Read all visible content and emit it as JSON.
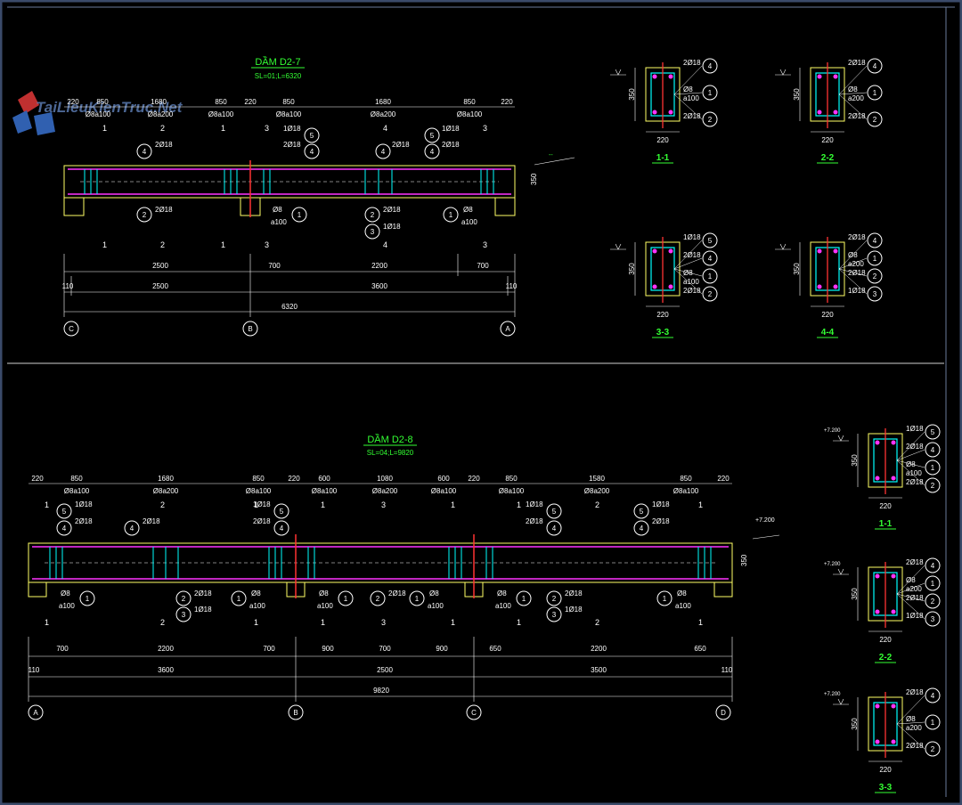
{
  "watermark": "TaiLieuKienTruc.Net",
  "beam_d27": {
    "title": "DẦM D2-7",
    "subtitle": "SL=01;L=6320",
    "top_dims": [
      "220",
      "850",
      "1680",
      "850",
      "220",
      "850",
      "1680",
      "850",
      "220"
    ],
    "stirrups": [
      "Ø8a100",
      "Ø8a200",
      "Ø8a100",
      "Ø8a100",
      "Ø8a200",
      "Ø8a100"
    ],
    "sec_top": [
      "1",
      "2",
      "1",
      "3",
      "4",
      "3"
    ],
    "sec_bot": [
      "1",
      "2",
      "1",
      "3",
      "4",
      "3"
    ],
    "callouts": [
      {
        "num": "4",
        "label": "2Ø18"
      },
      {
        "num": "5",
        "label": "1Ø18"
      },
      {
        "num": "4",
        "label": "2Ø18"
      },
      {
        "num": "4",
        "label": "2Ø18"
      },
      {
        "num": "5",
        "label": "1Ø18"
      },
      {
        "num": "4",
        "label": "2Ø18"
      }
    ],
    "bottom_callouts": [
      {
        "num": "2",
        "label": "2Ø18"
      },
      {
        "num": "1",
        "label": "Ø8",
        "spacing": "a100"
      },
      {
        "num": "2",
        "label": "2Ø18"
      },
      {
        "num": "3",
        "label": "1Ø18"
      },
      {
        "num": "1",
        "label": "Ø8",
        "spacing": "a100"
      }
    ],
    "level": "--",
    "height": "350",
    "dims_row1": [
      "2500",
      "700",
      "2200",
      "700"
    ],
    "dims_row2": [
      "110",
      "2500",
      "3600",
      "110"
    ],
    "total": "6320",
    "axes": [
      "C",
      "B",
      "A"
    ]
  },
  "sections_d27": [
    {
      "label": "1-1",
      "width": "220",
      "height": "350",
      "bars": [
        {
          "num": "4",
          "label": "2Ø18"
        },
        {
          "num": "1",
          "label": "Ø8",
          "spacing": "a100"
        },
        {
          "num": "2",
          "label": "2Ø18"
        }
      ]
    },
    {
      "label": "2-2",
      "width": "220",
      "height": "350",
      "bars": [
        {
          "num": "4",
          "label": "2Ø18"
        },
        {
          "num": "1",
          "label": "Ø8",
          "spacing": "a200"
        },
        {
          "num": "2",
          "label": "2Ø18"
        }
      ]
    },
    {
      "label": "3-3",
      "width": "220",
      "height": "350",
      "bars": [
        {
          "num": "5",
          "label": "1Ø18"
        },
        {
          "num": "4",
          "label": "2Ø18"
        },
        {
          "num": "1",
          "label": "Ø8",
          "spacing": "a100"
        },
        {
          "num": "2",
          "label": "2Ø18"
        }
      ]
    },
    {
      "label": "4-4",
      "width": "220",
      "height": "350",
      "bars": [
        {
          "num": "4",
          "label": "2Ø18"
        },
        {
          "num": "1",
          "label": "Ø8",
          "spacing": "a200"
        },
        {
          "num": "2",
          "label": "2Ø18"
        },
        {
          "num": "3",
          "label": "1Ø18"
        }
      ]
    }
  ],
  "beam_d28": {
    "title": "DẦM D2-8",
    "subtitle": "SL=04;L=9820",
    "top_dims": [
      "220",
      "850",
      "1680",
      "850",
      "220",
      "600",
      "1080",
      "600",
      "220",
      "850",
      "1580",
      "850",
      "220"
    ],
    "stirrups": [
      "Ø8a100",
      "Ø8a200",
      "Ø8a100",
      "Ø8a100",
      "Ø8a200",
      "Ø8a100",
      "Ø8a100",
      "Ø8a200",
      "Ø8a100"
    ],
    "sec_top": [
      "1",
      "2",
      "1",
      "1",
      "3",
      "1",
      "1",
      "2",
      "1"
    ],
    "sec_bot": [
      "1",
      "2",
      "1",
      "1",
      "3",
      "1",
      "1",
      "2",
      "1"
    ],
    "callouts": [
      {
        "num": "5",
        "label": "1Ø18"
      },
      {
        "num": "4",
        "label": "2Ø18"
      },
      {
        "num": "4",
        "label": "2Ø18"
      },
      {
        "num": "5",
        "label": "1Ø18"
      },
      {
        "num": "4",
        "label": "2Ø18"
      },
      {
        "num": "5",
        "label": "1Ø18"
      },
      {
        "num": "4",
        "label": "2Ø18"
      },
      {
        "num": "5",
        "label": "1Ø18"
      },
      {
        "num": "4",
        "label": "2Ø18"
      }
    ],
    "bottom_callouts": [
      {
        "num": "1",
        "label": "Ø8",
        "spacing": "a100"
      },
      {
        "num": "2",
        "label": "2Ø18"
      },
      {
        "num": "3",
        "label": "1Ø18"
      },
      {
        "num": "1",
        "label": "Ø8",
        "spacing": "a100"
      },
      {
        "num": "1",
        "label": "Ø8",
        "spacing": "a100"
      },
      {
        "num": "2",
        "label": "2Ø18"
      },
      {
        "num": "1",
        "label": "Ø8",
        "spacing": "a100"
      },
      {
        "num": "1",
        "label": "Ø8",
        "spacing": "a100"
      },
      {
        "num": "2",
        "label": "2Ø18"
      },
      {
        "num": "3",
        "label": "1Ø18"
      },
      {
        "num": "1",
        "label": "Ø8",
        "spacing": "a100"
      }
    ],
    "level": "+7.200",
    "height": "350",
    "dims_row1": [
      "700",
      "2200",
      "700",
      "900",
      "700",
      "900",
      "650",
      "2200",
      "650"
    ],
    "dims_row2": [
      "110",
      "3600",
      "2500",
      "3500",
      "110"
    ],
    "total": "9820",
    "axes": [
      "A",
      "B",
      "C",
      "D"
    ]
  },
  "sections_d28": [
    {
      "label": "1-1",
      "width": "220",
      "height": "350",
      "level": "+7.200",
      "bars": [
        {
          "num": "5",
          "label": "1Ø18"
        },
        {
          "num": "4",
          "label": "2Ø18"
        },
        {
          "num": "1",
          "label": "Ø8",
          "spacing": "a100"
        },
        {
          "num": "2",
          "label": "2Ø18"
        }
      ]
    },
    {
      "label": "2-2",
      "width": "220",
      "height": "350",
      "level": "+7.200",
      "bars": [
        {
          "num": "4",
          "label": "2Ø18"
        },
        {
          "num": "1",
          "label": "Ø8",
          "spacing": "a200"
        },
        {
          "num": "2",
          "label": "2Ø18"
        },
        {
          "num": "3",
          "label": "1Ø18"
        }
      ]
    },
    {
      "label": "3-3",
      "width": "220",
      "height": "350",
      "level": "+7.200",
      "bars": [
        {
          "num": "4",
          "label": "2Ø18"
        },
        {
          "num": "1",
          "label": "Ø8",
          "spacing": "a200"
        },
        {
          "num": "2",
          "label": "2Ø18"
        }
      ]
    }
  ]
}
